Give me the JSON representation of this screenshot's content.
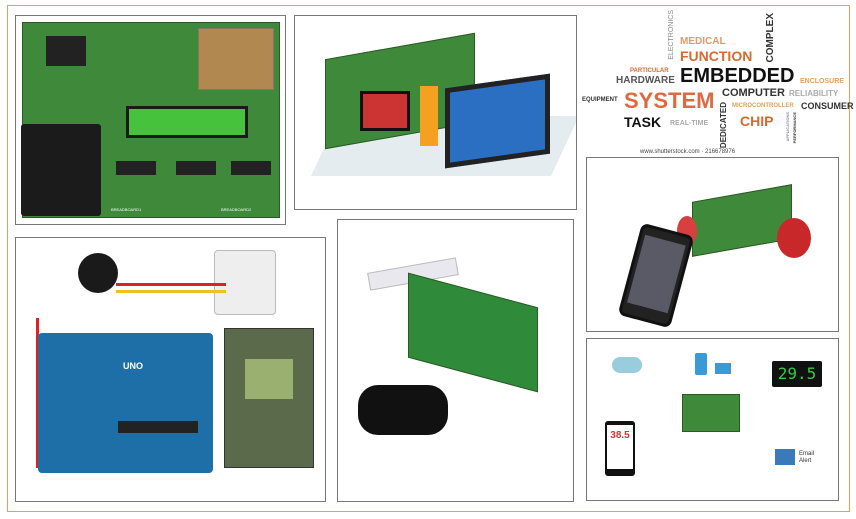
{
  "colors": {
    "frame": "#e0a060",
    "pcb_green": "#3f8a3a",
    "arduino_blue": "#1e6fa8",
    "word_orange": "#e07040"
  },
  "panels": {
    "dev_board": {
      "labels": [
        "BREADBOARD1",
        "BREADBOARD2"
      ]
    },
    "fpga_board": {},
    "word_cloud": {
      "words": {
        "electronics": "ELECTRONICS",
        "medical": "MEDICAL",
        "function": "FUNCTION",
        "complex": "COMPLEX",
        "particular": "PARTICULAR",
        "hardware": "HARDWARE",
        "embedded": "EMBEDDED",
        "enclosure": "ENCLOSURE",
        "system": "SYSTEM",
        "computer": "COMPUTER",
        "reliability": "RELIABILITY",
        "equipment": "EQUIPMENT",
        "microcontroller": "MICROCONTROLLER",
        "consumer": "CONSUMER",
        "task": "TASK",
        "real_time": "REAL-TIME",
        "dedicated": "DEDICATED",
        "chip": "CHIP",
        "applications": "APPLICATIONS",
        "performance": "PERFORMANCE"
      },
      "watermark": "www.shutterstock.com · 216678976"
    },
    "robot_car": {},
    "arduino_circuit": {
      "board_label": "UNO"
    },
    "raspberry_camera": {},
    "iot_diagram": {
      "thermometer_value": "29.5",
      "phone_value": "38.5",
      "email_label": "Email Alert"
    }
  }
}
